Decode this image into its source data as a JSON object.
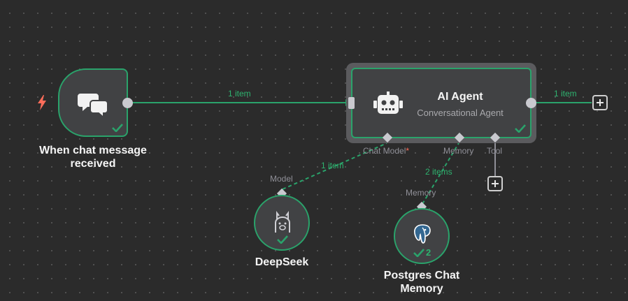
{
  "nodes": {
    "chat_trigger": {
      "label": "When chat message received"
    },
    "ai_agent": {
      "title": "AI Agent",
      "subtitle": "Conversational Agent"
    },
    "deepseek": {
      "label": "DeepSeek"
    },
    "postgres": {
      "label": "Postgres Chat Memory",
      "run_count": "2"
    }
  },
  "connectors": {
    "chat_model": "Chat Model",
    "required_mark": "*",
    "memory": "Memory",
    "tool": "Tool",
    "model": "Model",
    "memory_input": "Memory"
  },
  "edges": {
    "trigger_to_agent": "1 item",
    "agent_output": "1 item",
    "model_link": "1 item",
    "memory_link": "2 items"
  },
  "colors": {
    "success": "#2aa36b",
    "canvas": "#2b2b2b",
    "node_bg": "#414244",
    "trigger": "#ff6d5a"
  },
  "icons": {
    "trigger": "lightning-icon",
    "chat": "chat-bubbles-icon",
    "agent": "robot-icon",
    "deepseek": "llama-icon",
    "postgres": "elephant-icon"
  }
}
